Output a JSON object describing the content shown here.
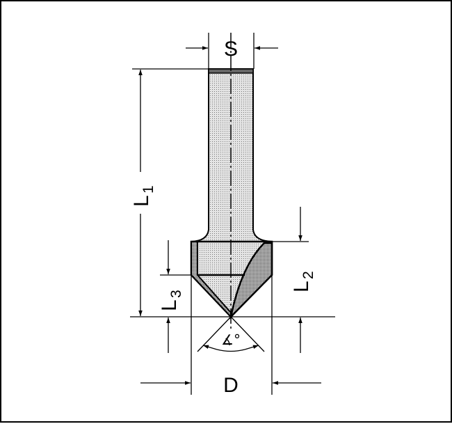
{
  "title": "V-groove router bit dimension drawing",
  "labels": {
    "shank_diameter": "S",
    "total_length": "L",
    "total_length_sub": "1",
    "cutting_length": "L",
    "cutting_length_sub": "2",
    "cone_length": "L",
    "cone_length_sub": "3",
    "cutting_diameter": "D",
    "angle": "∡°"
  },
  "colors": {
    "line": "#000000",
    "shank_fill": "#d4d4d4",
    "head_fill": "#a8a8a8"
  }
}
